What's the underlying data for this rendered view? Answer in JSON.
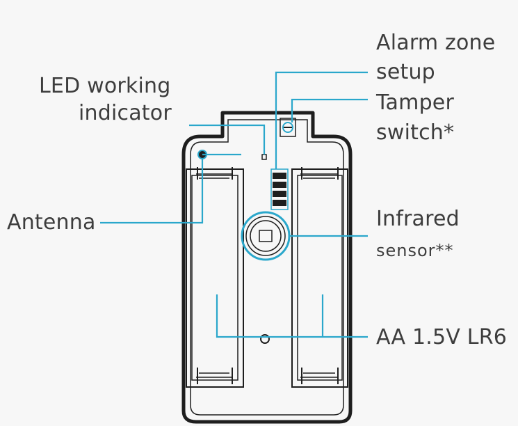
{
  "labels": {
    "alarm_zone_line1": "Alarm zone",
    "alarm_zone_line2": "setup",
    "led_line1": "LED working",
    "led_line2": "indicator",
    "tamper_line1": "Tamper",
    "tamper_line2": "switch*",
    "antenna": "Antenna",
    "infrared_line1": "Infrared",
    "infrared_line2": "sensor**",
    "battery": "AA 1.5V  LR6"
  },
  "colors": {
    "outline": "#1e1e1e",
    "leader": "#2aa7cb",
    "text": "#3d3d3d",
    "background": "#f7f7f7"
  }
}
